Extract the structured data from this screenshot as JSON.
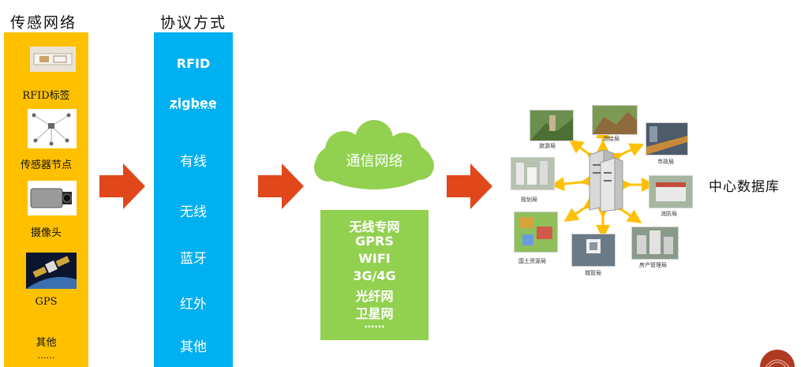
{
  "titles": {
    "sensor_network": "传感网络",
    "protocol": "协议方式"
  },
  "sensors": [
    {
      "label": "RFID标签",
      "icon": "rfid-tag-icon"
    },
    {
      "label": "传感器节点",
      "icon": "sensor-node-diagram-icon"
    },
    {
      "label": "摄像头",
      "icon": "camera-icon"
    },
    {
      "label": "GPS",
      "icon": "satellite-icon"
    },
    {
      "label": "其他"
    },
    {
      "label": "……"
    }
  ],
  "protocols": [
    "RFID",
    "zigbee",
    "有线",
    "无线",
    "蓝牙",
    "红外",
    "其他"
  ],
  "network": {
    "cloud_label": "通信网络",
    "items": [
      "无线专网",
      "GPRS",
      "WIFI",
      "3G/4G",
      "光纤网",
      "卫星网",
      "……"
    ]
  },
  "datacenter": {
    "label": "中心数据库",
    "departments": [
      "旅游局",
      "测绘局",
      "市政局",
      "规划局",
      "消防局",
      "国土资源局",
      "城管局",
      "房产管理局"
    ]
  },
  "colors": {
    "sensor_panel": "#ffc000",
    "protocol_panel": "#00b0f0",
    "network_green": "#92d050",
    "arrow": "#e0481b",
    "spoke_arrow": "#ffc000"
  }
}
